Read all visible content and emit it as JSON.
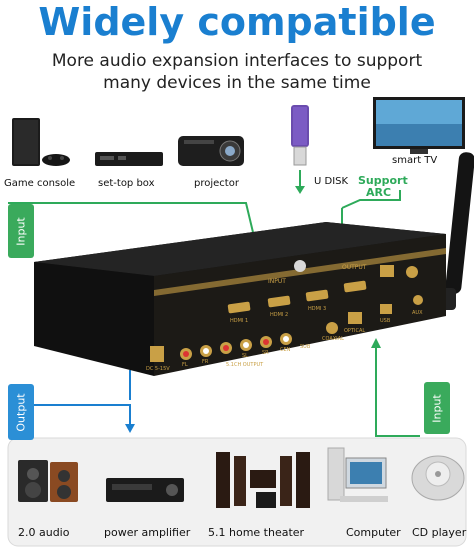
{
  "header": {
    "title": "Widely compatible",
    "subtitle_line1": "More audio expansion interfaces to support",
    "subtitle_line2": "many devices in the same time"
  },
  "top_devices": [
    {
      "label": "Game console",
      "icon": "game-console-icon"
    },
    {
      "label": "set-top box",
      "icon": "set-top-box-icon"
    },
    {
      "label": "projector",
      "icon": "projector-icon"
    }
  ],
  "usb": {
    "label": "U DISK",
    "icon": "usb-drive-icon"
  },
  "tv": {
    "label": "smart TV",
    "icon": "tv-icon",
    "arc_line1": "Support",
    "arc_line2": "ARC"
  },
  "tags": {
    "input_left": "Input",
    "output_left": "Output",
    "input_right": "Input"
  },
  "device_panel": {
    "input_label": "INPUT",
    "output_label": "OUTPUT",
    "hdmi_labels": [
      "HDMI 1",
      "HDMI 2",
      "HDMI 3"
    ],
    "dc_label": "DC 5-15V",
    "output_51_label": "5.1CH OUTPUT",
    "channel_labels": [
      "FL",
      "FR",
      "SL",
      "SR",
      "CEN",
      "SUB"
    ],
    "coaxial_label": "COAXIAL",
    "optical_label": "OPTICAL",
    "usb_label": "USB",
    "aux_label": "AUX"
  },
  "bottom_outputs": [
    {
      "label": "2.0 audio",
      "icon": "speaker-icon"
    },
    {
      "label": "power amplifier",
      "icon": "amplifier-icon"
    },
    {
      "label": "5.1 home theater",
      "icon": "home-theater-icon"
    }
  ],
  "bottom_inputs": [
    {
      "label": "Computer",
      "icon": "computer-icon"
    },
    {
      "label": "CD player",
      "icon": "cd-player-icon"
    }
  ],
  "colors": {
    "accent": "#1a7fd0",
    "line": "#2eaa5a",
    "gold": "#c9a046",
    "tag_blue": "#2b8fd6",
    "tag_green": "#3aaa5c"
  }
}
